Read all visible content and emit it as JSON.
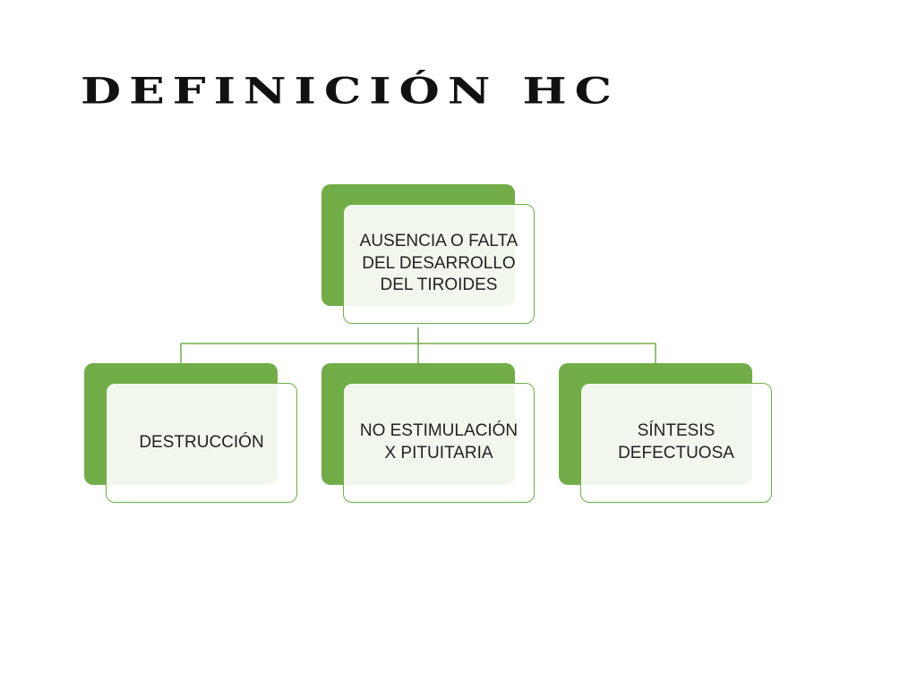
{
  "title": "Definición HC",
  "diagram": {
    "root": {
      "label": "AUSENCIA O FALTA DEL DESARROLLO DEL TIROIDES"
    },
    "children": [
      {
        "label": "DESTRUCCIÓN"
      },
      {
        "label": "NO ESTIMULACIÓN X PITUITARIA"
      },
      {
        "label": "SÍNTESIS DEFECTUOSA"
      }
    ]
  },
  "colors": {
    "accent": "#70ad47",
    "text": "#222222",
    "title": "#111111"
  }
}
